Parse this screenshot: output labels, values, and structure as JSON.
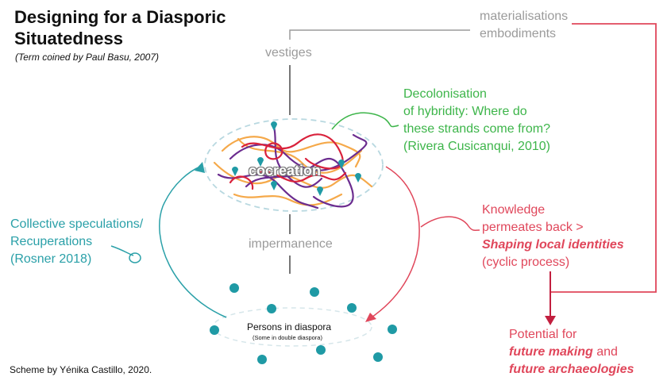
{
  "title": "Designing for a Diasporic Situatedness",
  "subtitle": "(Term coined by Paul Basu, 2007)",
  "credit": "Scheme by Yénika Castillo, 2020.",
  "top_right": {
    "line1": "materialisations",
    "line2": "embodiments"
  },
  "vestiges": "vestiges",
  "impermanence": "impermanence",
  "cocreation": "cocreation",
  "decolonisation": {
    "line1": "Decolonisation",
    "line2": "of hybridity: Where do",
    "line3": "these strands come from?",
    "line4": "(Rivera Cusicanqui, 2010)"
  },
  "collective": {
    "line1": "Collective speculations/",
    "line2": "Recuperations",
    "line3": "(Rosner 2018)"
  },
  "knowledge": {
    "line1": "Knowledge",
    "line2": "permeates back >",
    "line3": "Shaping local identities",
    "line4": "(cyclic process)"
  },
  "potential": {
    "line1": "Potential for",
    "em1": "future making",
    "and": " and",
    "em2": "future archaeologies"
  },
  "persons": {
    "label": "Persons in diaspora",
    "sub": "(Some in double diaspora)"
  },
  "colors": {
    "green": "#3db54a",
    "teal": "#2aa0a8",
    "red": "#e0475b",
    "grey": "#9b9b9b",
    "purple": "#6b2c8f",
    "orange": "#f5a94a",
    "crimson": "#d9213b"
  }
}
